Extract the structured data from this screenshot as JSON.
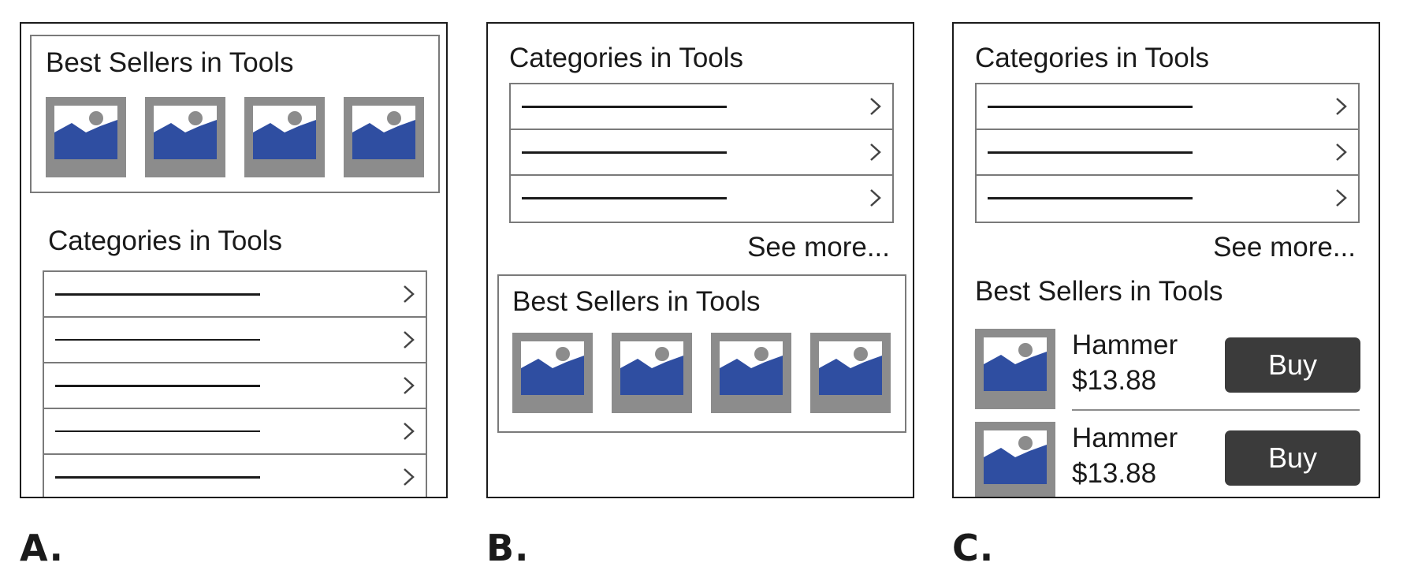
{
  "panels": {
    "a": {
      "label": "A."
    },
    "b": {
      "label": "B."
    },
    "c": {
      "label": "C."
    }
  },
  "sections": {
    "best_sellers_title": "Best Sellers in Tools",
    "categories_title": "Categories in Tools",
    "see_more": "See more..."
  },
  "products": [
    {
      "name": "Hammer",
      "price": "$13.88",
      "button": "Buy"
    },
    {
      "name": "Hammer",
      "price": "$13.88",
      "button": "Buy"
    }
  ],
  "icons": {
    "placeholder_image": "image-placeholder-icon",
    "row_chevron": "chevron-right-icon"
  },
  "colors": {
    "image_frame": "#8c8c8c",
    "image_mountain": "#2f4ea1",
    "button_bg": "#3b3b3b",
    "frame_border": "#1a1a1a",
    "box_border": "#7a7a7a"
  }
}
